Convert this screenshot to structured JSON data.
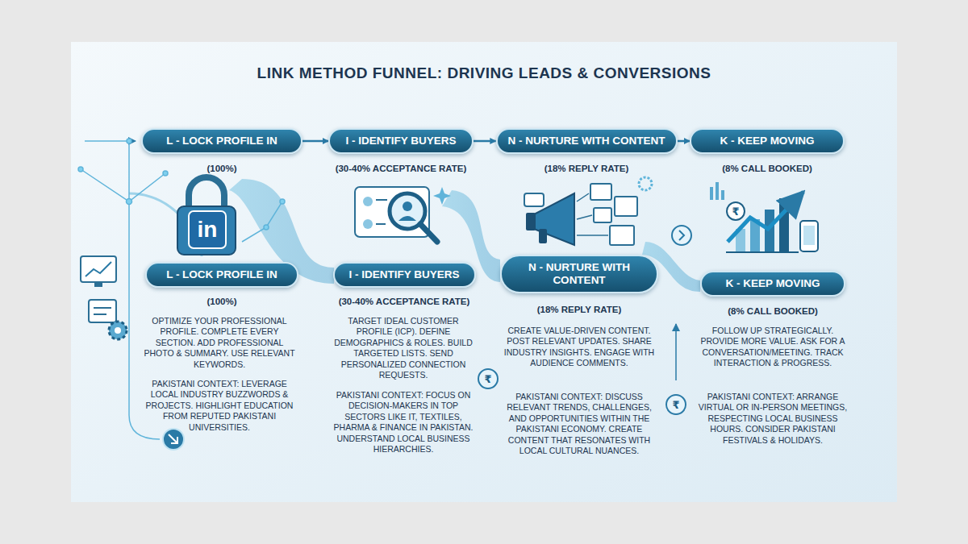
{
  "diagram": {
    "title": "LINK METHOD FUNNEL: DRIVING LEADS & CONVERSIONS",
    "nodes": [
      {
        "text": [
          "L - LOCK PROFILE IN"
        ]
      },
      {
        "text": [
          "I - IDENTIFY BUYERS"
        ]
      },
      {
        "text": [
          "N - NURTURE WITH CONTENT"
        ]
      },
      {
        "text": [
          "K - KEEP MOVING"
        ]
      },
      {
        "text": [
          "L - LOCK PROFILE IN"
        ]
      },
      {
        "text": [
          "I - IDENTIFY BUYERS"
        ]
      },
      {
        "text": [
          "N - NURTURE WITH CONTENT"
        ]
      },
      {
        "text": [
          "K - KEEP MOVING"
        ]
      }
    ],
    "edges": [
      {
        "from": 0,
        "to": 1,
        "arrow": "to"
      },
      {
        "from": 1,
        "to": 2,
        "arrow": "to"
      },
      {
        "from": 2,
        "to": 3,
        "arrow": "to"
      }
    ],
    "labels": [
      "(100%)",
      "(30-40% ACCEPTANCE RATE)",
      "(18% REPLY RATE)",
      "(8% CALL BOOKED)",
      "in",
      "₹",
      "(100%)",
      "OPTIMIZE YOUR PROFESSIONAL PROFILE. COMPLETE EVERY SECTION. ADD PROFESSIONAL PHOTO & SUMMARY. USE RELEVANT KEYWORDS.",
      "PAKISTANI CONTEXT: LEVERAGE LOCAL INDUSTRY BUZZWORDS & PROJECTS. HIGHLIGHT EDUCATION FROM REPUTED PAKISTANI UNIVERSITIES.",
      "(30-40% ACCEPTANCE RATE)",
      "TARGET IDEAL CUSTOMER PROFILE (ICP). DEFINE DEMOGRAPHICS & ROLES. BUILD TARGETED LISTS. SEND PERSONALIZED CONNECTION REQUESTS.",
      "PAKISTANI CONTEXT: FOCUS ON DECISION-MAKERS IN TOP SECTORS LIKE IT, TEXTILES, PHARMA & FINANCE IN PAKISTAN. UNDERSTAND LOCAL BUSINESS HIERARCHIES.",
      "(18% REPLY RATE)",
      "CREATE VALUE-DRIVEN CONTENT. POST RELEVANT UPDATES. SHARE INDUSTRY INSIGHTS. ENGAGE WITH AUDIENCE COMMENTS.",
      "PAKISTANI CONTEXT: DISCUSS RELEVANT TRENDS, CHALLENGES, AND OPPORTUNITIES WITHIN THE PAKISTANI ECONOMY. CREATE CONTENT THAT RESONATES WITH LOCAL CULTURAL NUANCES.",
      "₹",
      "(8% CALL BOOKED)",
      "FOLLOW UP STRATEGICALLY. PROVIDE MORE VALUE. ASK FOR A CONVERSATION/MEETING. TRACK INTERACTION & PROGRESS.",
      "PAKISTANI CONTEXT: ARRANGE VIRTUAL OR IN-PERSON MEETINGS, RESPECTING LOCAL BUSINESS HOURS. CONSIDER PAKISTANI FESTIVALS & HOLIDAYS.",
      "₹"
    ]
  }
}
